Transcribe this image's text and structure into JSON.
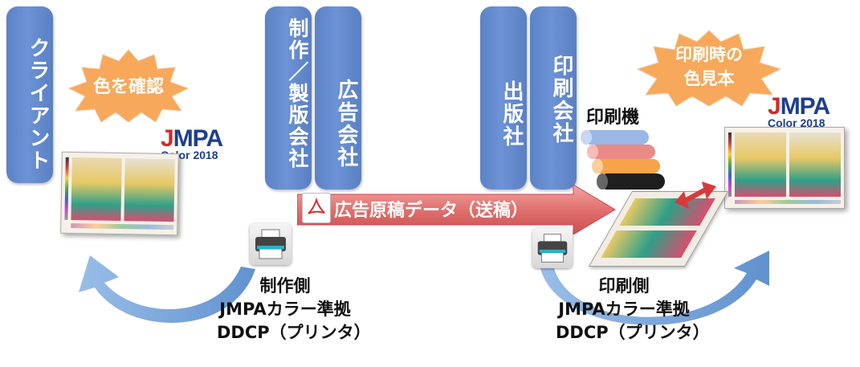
{
  "columns": {
    "client": "クライアント",
    "production": "制作／製版会社",
    "agency": "広告会社",
    "publisher": "出版社",
    "printer": "印刷会社"
  },
  "bursts": {
    "check_color": "色を確認",
    "print_sample": [
      "印刷時の",
      "色見本"
    ]
  },
  "logos": {
    "left": {
      "text": "JMPA",
      "sub": "Color 2018"
    },
    "right": {
      "text": "JMPA",
      "sub": "Color 2018"
    }
  },
  "arrow": {
    "label": "広告原稿データ（送稿）",
    "pdf_icon": "pdf-icon"
  },
  "press_label": "印刷機",
  "production_side": [
    "制作側",
    "JMPAカラー準拠",
    "DDCP（プリンタ）"
  ],
  "printing_side": [
    "印刷側",
    "JMPAカラー準拠",
    "DDCP（プリンタ）"
  ],
  "icons": [
    "printer-icon",
    "pdf-icon",
    "press-rollers-icon",
    "double-arrow-icon",
    "curved-arrow-icon",
    "burst-icon"
  ],
  "colors": {
    "column_blue": "#6088cc",
    "burst_orange": "#f6a95c",
    "arrow_red": "#e0706e",
    "curve_blue": "#5b92d0",
    "double_arrow_red": "#d83a3a"
  }
}
